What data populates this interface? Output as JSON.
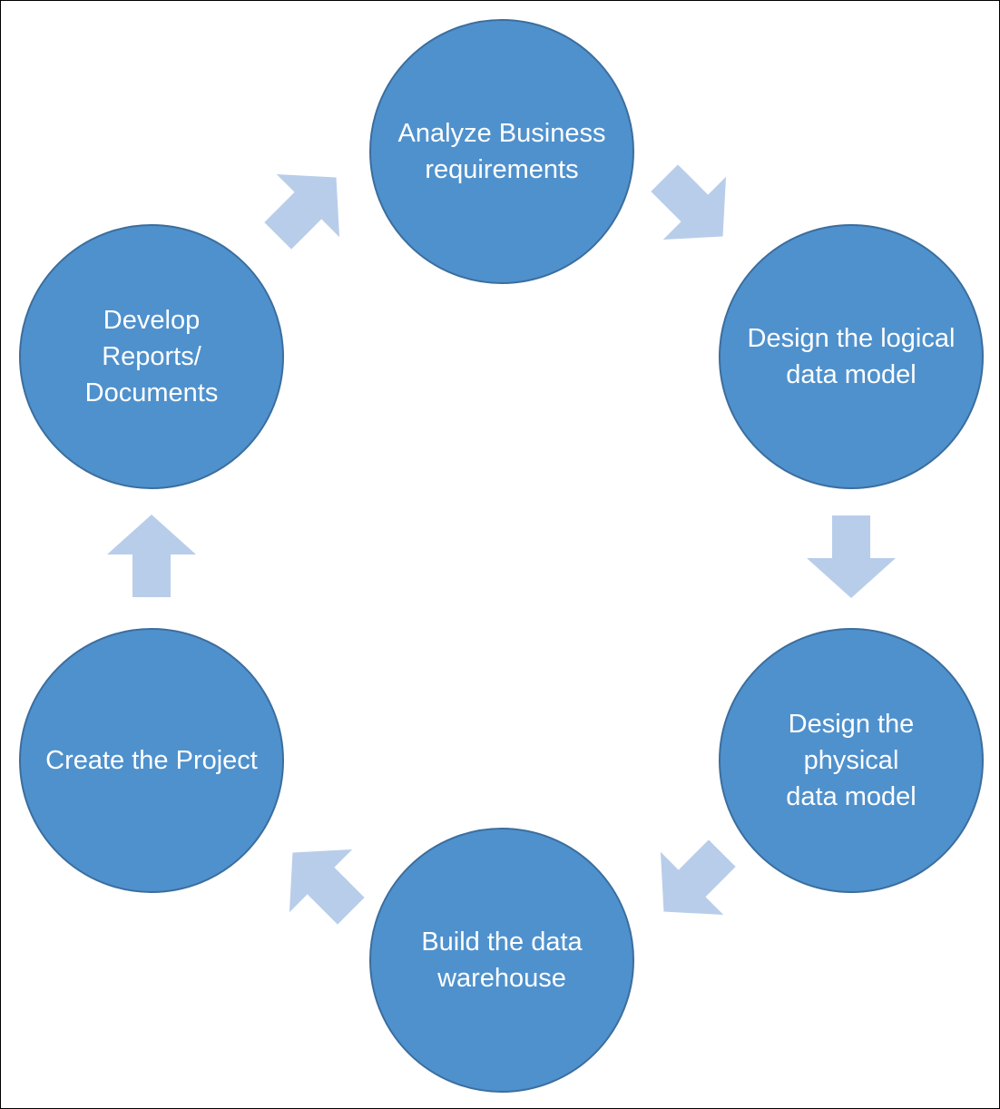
{
  "diagram": {
    "type": "cycle",
    "colors": {
      "node_fill": "#4F91CD",
      "node_stroke": "#3B6E9E",
      "arrow_fill": "#B8CDE9",
      "label": "#FFFFFF"
    },
    "nodes": [
      {
        "id": "analyze",
        "lines": [
          "Analyze Business",
          "requirements"
        ]
      },
      {
        "id": "logical",
        "lines": [
          "Design the logical",
          "data model"
        ]
      },
      {
        "id": "physical",
        "lines": [
          "Design the",
          "physical",
          "data model"
        ]
      },
      {
        "id": "build",
        "lines": [
          "Build the data",
          "warehouse"
        ]
      },
      {
        "id": "create",
        "lines": [
          "Create the Project"
        ]
      },
      {
        "id": "develop",
        "lines": [
          "Develop",
          "Reports/",
          "Documents"
        ]
      }
    ],
    "arrows": [
      {
        "from": "analyze",
        "to": "logical"
      },
      {
        "from": "logical",
        "to": "physical"
      },
      {
        "from": "physical",
        "to": "build"
      },
      {
        "from": "build",
        "to": "create"
      },
      {
        "from": "create",
        "to": "develop"
      },
      {
        "from": "develop",
        "to": "analyze"
      }
    ]
  }
}
